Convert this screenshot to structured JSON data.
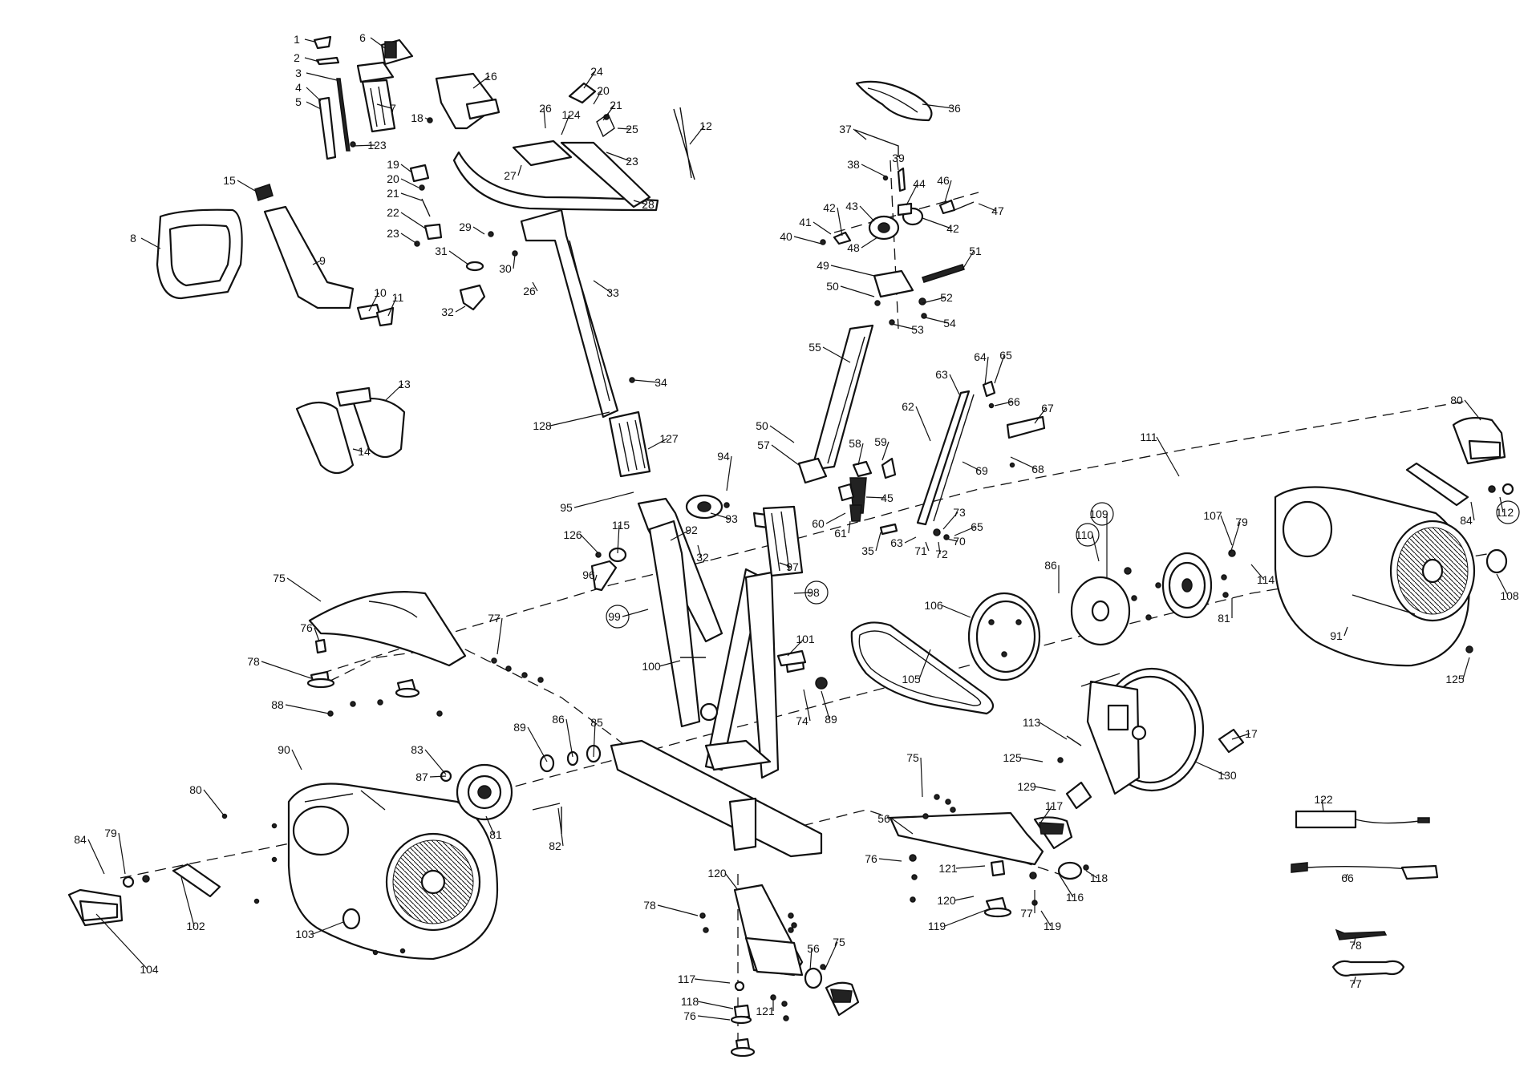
{
  "diagram": {
    "labels": [
      "1",
      "2",
      "3",
      "4",
      "5",
      "6",
      "7",
      "123",
      "16",
      "18",
      "24",
      "20",
      "21",
      "26",
      "124",
      "25",
      "23",
      "12",
      "27",
      "28",
      "19",
      "20",
      "21",
      "22",
      "23",
      "15",
      "8",
      "9",
      "10",
      "11",
      "29",
      "30",
      "31",
      "32",
      "26",
      "33",
      "34",
      "128",
      "13",
      "14",
      "36",
      "37",
      "38",
      "39",
      "44",
      "46",
      "47",
      "43",
      "42",
      "41",
      "40",
      "42",
      "48",
      "49",
      "51",
      "50",
      "52",
      "54",
      "53",
      "55",
      "50",
      "57",
      "58",
      "59",
      "45",
      "60",
      "61",
      "63",
      "64",
      "65",
      "66",
      "67",
      "62",
      "69",
      "68",
      "63",
      "73",
      "65",
      "71",
      "72",
      "70",
      "35",
      "127",
      "95",
      "94",
      "93",
      "115",
      "92",
      "126",
      "32",
      "96",
      "97",
      "99",
      "98",
      "100",
      "101",
      "89",
      "74",
      "75",
      "76",
      "78",
      "77",
      "88",
      "89",
      "86",
      "85",
      "83",
      "87",
      "90",
      "80",
      "81",
      "82",
      "84",
      "79",
      "102",
      "103",
      "104",
      "105",
      "106",
      "86",
      "110",
      "109",
      "107",
      "79",
      "114",
      "81",
      "80",
      "111",
      "84",
      "112",
      "91",
      "108",
      "125",
      "113",
      "125",
      "129",
      "130",
      "17",
      "122",
      "66",
      "78",
      "77",
      "56",
      "75",
      "76",
      "121",
      "120",
      "119",
      "117",
      "118",
      "116",
      "77",
      "119",
      "120",
      "78",
      "56",
      "75",
      "117",
      "118",
      "76",
      "121"
    ],
    "circled_labels": [
      "99",
      "98",
      "110",
      "109",
      "112"
    ]
  }
}
